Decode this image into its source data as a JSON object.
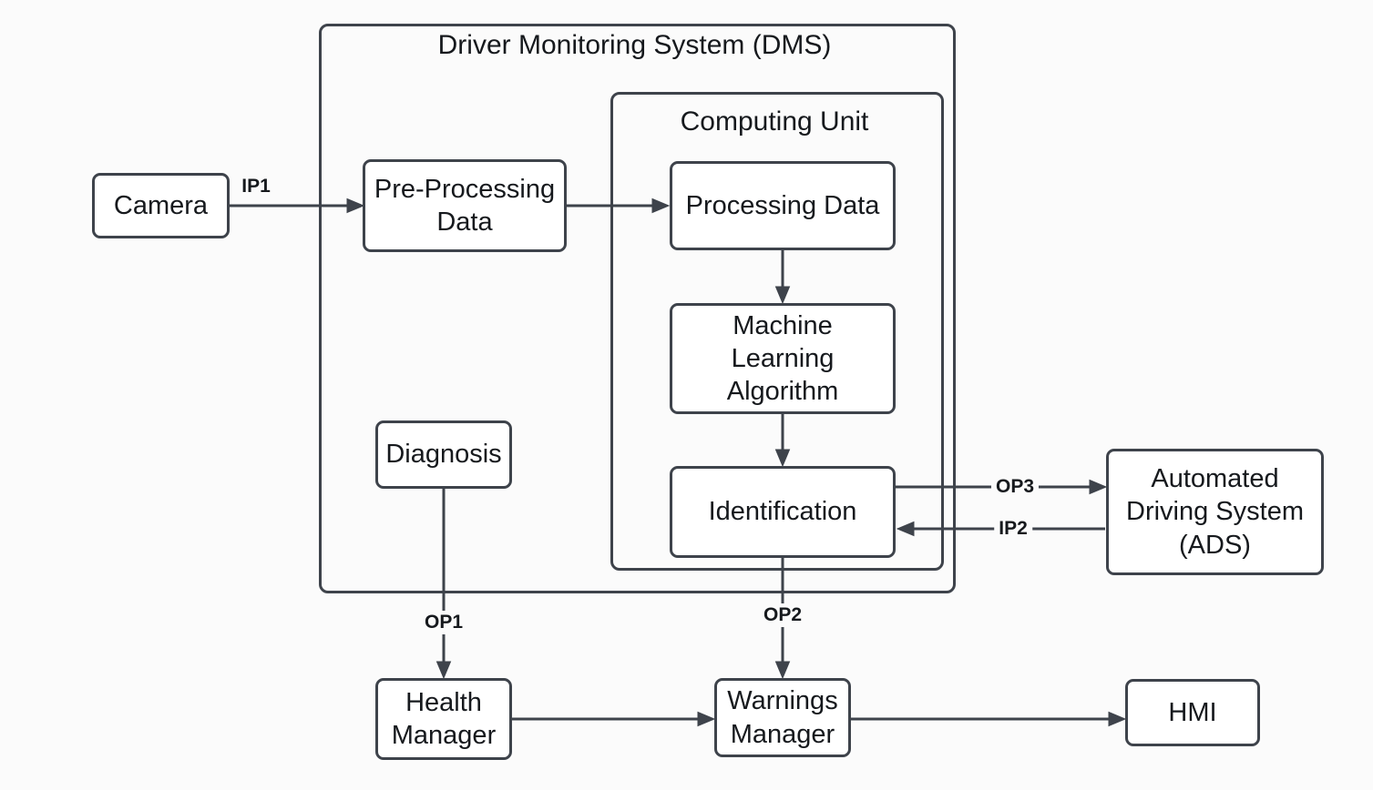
{
  "diagram": {
    "colors": {
      "stroke": "#3e434b",
      "node_fill": "#ffffff",
      "background": "#fbfbfb",
      "text": "#16191d"
    },
    "containers": {
      "dms": {
        "title": "Driver Monitoring System (DMS)"
      },
      "computing_unit": {
        "title": "Computing Unit"
      }
    },
    "nodes": {
      "camera": {
        "label": "Camera"
      },
      "pre_processing": {
        "label": "Pre-Processing\nData"
      },
      "processing": {
        "label": "Processing Data"
      },
      "ml_algorithm": {
        "label": "Machine\nLearning\nAlgorithm"
      },
      "identification": {
        "label": "Identification"
      },
      "diagnosis": {
        "label": "Diagnosis"
      },
      "ads": {
        "label": "Automated\nDriving System\n(ADS)"
      },
      "health_manager": {
        "label": "Health\nManager"
      },
      "warnings_manager": {
        "label": "Warnings\nManager"
      },
      "hmi": {
        "label": "HMI"
      }
    },
    "edge_labels": {
      "ip1": {
        "label": "IP1"
      },
      "op1": {
        "label": "OP1"
      },
      "op2": {
        "label": "OP2"
      },
      "op3": {
        "label": "OP3"
      },
      "ip2": {
        "label": "IP2"
      }
    },
    "edges": [
      {
        "from": "camera",
        "to": "pre_processing",
        "label": "IP1"
      },
      {
        "from": "pre_processing",
        "to": "processing",
        "label": ""
      },
      {
        "from": "processing",
        "to": "ml_algorithm",
        "label": ""
      },
      {
        "from": "ml_algorithm",
        "to": "identification",
        "label": ""
      },
      {
        "from": "identification",
        "to": "ads",
        "label": "OP3"
      },
      {
        "from": "ads",
        "to": "identification",
        "label": "IP2"
      },
      {
        "from": "identification",
        "to": "warnings_manager",
        "label": "OP2"
      },
      {
        "from": "diagnosis",
        "to": "health_manager",
        "label": "OP1"
      },
      {
        "from": "health_manager",
        "to": "warnings_manager",
        "label": ""
      },
      {
        "from": "warnings_manager",
        "to": "hmi",
        "label": ""
      }
    ]
  }
}
